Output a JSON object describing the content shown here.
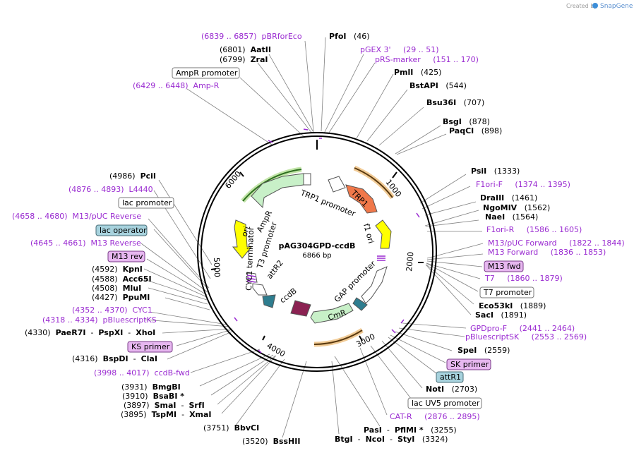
{
  "watermark": {
    "prefix": "Created by",
    "brand": "SnapGene"
  },
  "plasmid": {
    "name": "pAG304GPD-ccdB",
    "length": "6866 bp"
  },
  "ticks": [
    "1000",
    "2000",
    "3000",
    "4000",
    "5000",
    "6000"
  ],
  "colors": {
    "primer": "#9a2bd1",
    "enzyme": "#000000",
    "trp1": "#f0784a",
    "ampr": "#c8f0c8",
    "ori": "#ffff00",
    "ccdb": "#8b2252",
    "attr": "#2e7d8f",
    "orf": "#e6a040"
  },
  "features": [
    {
      "id": "trp1",
      "label": "TRP1"
    },
    {
      "id": "trp1-promoter",
      "label": "TRP1 promoter"
    },
    {
      "id": "f1-ori",
      "label": "f1 ori"
    },
    {
      "id": "gap-promoter",
      "label": "GAP promoter"
    },
    {
      "id": "cmr",
      "label": "CmR"
    },
    {
      "id": "attr2",
      "label": "attR2"
    },
    {
      "id": "ccdb",
      "label": "ccdB"
    },
    {
      "id": "cyc1",
      "label": "CYC1 terminator"
    },
    {
      "id": "t3",
      "label": "T3 promoter"
    },
    {
      "id": "ori",
      "label": "ori"
    },
    {
      "id": "ampr",
      "label": "AmpR"
    }
  ],
  "labels": [
    {
      "id": "pbrforeco",
      "parts": [
        {
          "t": "(6839 .. 6857)  pBRforEco",
          "c": "p"
        }
      ]
    },
    {
      "id": "pfoi",
      "parts": [
        {
          "t": "PfoI",
          "c": "b"
        },
        {
          "t": "   (46)",
          "c": "n"
        }
      ]
    },
    {
      "id": "aatii",
      "parts": [
        {
          "t": "(6801)  ",
          "c": "n"
        },
        {
          "t": "AatII",
          "c": "b"
        }
      ]
    },
    {
      "id": "pgex3",
      "parts": [
        {
          "t": "pGEX 3'     (29 .. 51)",
          "c": "p"
        }
      ]
    },
    {
      "id": "zrai",
      "parts": [
        {
          "t": "(6799)  ",
          "c": "n"
        },
        {
          "t": "ZraI",
          "c": "b"
        }
      ]
    },
    {
      "id": "prsmarker",
      "parts": [
        {
          "t": "pRS-marker     (151 .. 170)",
          "c": "p"
        }
      ]
    },
    {
      "id": "pmli",
      "parts": [
        {
          "t": "PmlI",
          "c": "b"
        },
        {
          "t": "   (425)",
          "c": "n"
        }
      ]
    },
    {
      "id": "bstapi",
      "parts": [
        {
          "t": "BstAPI",
          "c": "b"
        },
        {
          "t": "   (544)",
          "c": "n"
        }
      ]
    },
    {
      "id": "ampr-r",
      "parts": [
        {
          "t": "(6429 .. 6448)  Amp-R",
          "c": "p"
        }
      ]
    },
    {
      "id": "bsu36i",
      "parts": [
        {
          "t": "Bsu36I",
          "c": "b"
        },
        {
          "t": "   (707)",
          "c": "n"
        }
      ]
    },
    {
      "id": "bsgi",
      "parts": [
        {
          "t": "BsgI",
          "c": "b"
        },
        {
          "t": "   (878)",
          "c": "n"
        }
      ]
    },
    {
      "id": "paqci",
      "parts": [
        {
          "t": "PaqCI",
          "c": "b"
        },
        {
          "t": "   (898)",
          "c": "n"
        }
      ]
    },
    {
      "id": "pcii",
      "parts": [
        {
          "t": "(4986)  ",
          "c": "n"
        },
        {
          "t": "PciI",
          "c": "b"
        }
      ]
    },
    {
      "id": "psii",
      "parts": [
        {
          "t": "PsiI",
          "c": "b"
        },
        {
          "t": "   (1333)",
          "c": "n"
        }
      ]
    },
    {
      "id": "l4440",
      "parts": [
        {
          "t": "(4876 .. 4893)  L4440",
          "c": "p"
        }
      ]
    },
    {
      "id": "f1ori-f",
      "parts": [
        {
          "t": "F1ori-F     (1374 .. 1395)",
          "c": "p"
        }
      ]
    },
    {
      "id": "draiii",
      "parts": [
        {
          "t": "DraIII",
          "c": "b"
        },
        {
          "t": "   (1461)",
          "c": "n"
        }
      ]
    },
    {
      "id": "ngomiv",
      "parts": [
        {
          "t": "NgoMIV",
          "c": "b"
        },
        {
          "t": "   (1562)",
          "c": "n"
        }
      ]
    },
    {
      "id": "m13puc-rev",
      "parts": [
        {
          "t": "(4658 .. 4680)  M13/pUC Reverse",
          "c": "p"
        }
      ]
    },
    {
      "id": "naei",
      "parts": [
        {
          "t": "NaeI",
          "c": "b"
        },
        {
          "t": "   (1564)",
          "c": "n"
        }
      ]
    },
    {
      "id": "f1ori-r",
      "parts": [
        {
          "t": "F1ori-R     (1586 .. 1605)",
          "c": "p"
        }
      ]
    },
    {
      "id": "m13puc-fwd",
      "parts": [
        {
          "t": "M13/pUC Forward     (1822 .. 1844)",
          "c": "p"
        }
      ]
    },
    {
      "id": "m13-reverse",
      "parts": [
        {
          "t": "(4645 .. 4661)  M13 Reverse",
          "c": "p"
        }
      ]
    },
    {
      "id": "m13-forward",
      "parts": [
        {
          "t": "M13 Forward     (1836 .. 1853)",
          "c": "p"
        }
      ]
    },
    {
      "id": "kpni",
      "parts": [
        {
          "t": "(4592)  ",
          "c": "n"
        },
        {
          "t": "KpnI",
          "c": "b"
        }
      ]
    },
    {
      "id": "acc65i",
      "parts": [
        {
          "t": "(4588)  ",
          "c": "n"
        },
        {
          "t": "Acc65I",
          "c": "b"
        }
      ]
    },
    {
      "id": "t7",
      "parts": [
        {
          "t": "T7     (1860 .. 1879)",
          "c": "p"
        }
      ]
    },
    {
      "id": "mlui",
      "parts": [
        {
          "t": "(4508)  ",
          "c": "n"
        },
        {
          "t": "MluI",
          "c": "b"
        }
      ]
    },
    {
      "id": "ppumi",
      "parts": [
        {
          "t": "(4427)  ",
          "c": "n"
        },
        {
          "t": "PpuMI",
          "c": "b"
        }
      ]
    },
    {
      "id": "eco53ki",
      "parts": [
        {
          "t": "Eco53kI",
          "c": "b"
        },
        {
          "t": "   (1889)",
          "c": "n"
        }
      ]
    },
    {
      "id": "saci",
      "parts": [
        {
          "t": "SacI",
          "c": "b"
        },
        {
          "t": "   (1891)",
          "c": "n"
        }
      ]
    },
    {
      "id": "cyc1-primer",
      "parts": [
        {
          "t": "(4352 .. 4370)  CYC1",
          "c": "p"
        }
      ]
    },
    {
      "id": "pbluescriptks",
      "parts": [
        {
          "t": "(4318 .. 4334)  pBluescriptKS",
          "c": "p"
        }
      ]
    },
    {
      "id": "gpdpro-f",
      "parts": [
        {
          "t": "GPDpro-F     (2441 .. 2464)",
          "c": "p"
        }
      ]
    },
    {
      "id": "paer7i",
      "parts": [
        {
          "t": "(4330)  ",
          "c": "n"
        },
        {
          "t": "PaeR7I",
          "c": "b"
        },
        {
          "t": "  -  ",
          "c": "n"
        },
        {
          "t": "PspXI",
          "c": "b"
        },
        {
          "t": "  -  ",
          "c": "n"
        },
        {
          "t": "XhoI",
          "c": "b"
        }
      ]
    },
    {
      "id": "pbluescriptsk",
      "parts": [
        {
          "t": "pBluescriptSK     (2553 .. 2569)",
          "c": "p"
        }
      ]
    },
    {
      "id": "spei",
      "parts": [
        {
          "t": "SpeI",
          "c": "b"
        },
        {
          "t": "   (2559)",
          "c": "n"
        }
      ]
    },
    {
      "id": "bspdi",
      "parts": [
        {
          "t": "(4316)  ",
          "c": "n"
        },
        {
          "t": "BspDI",
          "c": "b"
        },
        {
          "t": "  -  ",
          "c": "n"
        },
        {
          "t": "ClaI",
          "c": "b"
        }
      ]
    },
    {
      "id": "ccdb-fwd",
      "parts": [
        {
          "t": "(3998 .. 4017)  ccdB-fwd",
          "c": "p"
        }
      ]
    },
    {
      "id": "bmgbi",
      "parts": [
        {
          "t": "(3931)  ",
          "c": "n"
        },
        {
          "t": "BmgBI",
          "c": "b"
        }
      ]
    },
    {
      "id": "noti",
      "parts": [
        {
          "t": "NotI",
          "c": "b"
        },
        {
          "t": "   (2703)",
          "c": "n"
        }
      ]
    },
    {
      "id": "bsabi",
      "parts": [
        {
          "t": "(3910)  ",
          "c": "n"
        },
        {
          "t": "BsaBI *",
          "c": "b"
        }
      ]
    },
    {
      "id": "smai",
      "parts": [
        {
          "t": "(3897)  ",
          "c": "n"
        },
        {
          "t": "SmaI",
          "c": "b"
        },
        {
          "t": "  -  ",
          "c": "n"
        },
        {
          "t": "SrfI",
          "c": "b"
        }
      ]
    },
    {
      "id": "tspmi",
      "parts": [
        {
          "t": "(3895)  ",
          "c": "n"
        },
        {
          "t": "TspMI",
          "c": "b"
        },
        {
          "t": "  -  ",
          "c": "n"
        },
        {
          "t": "XmaI",
          "c": "b"
        }
      ]
    },
    {
      "id": "cat-r",
      "parts": [
        {
          "t": "CAT-R     (2876 .. 2895)",
          "c": "p"
        }
      ]
    },
    {
      "id": "bbvci",
      "parts": [
        {
          "t": "(3751)  ",
          "c": "n"
        },
        {
          "t": "BbvCI",
          "c": "b"
        }
      ]
    },
    {
      "id": "pasi",
      "parts": [
        {
          "t": "PasI",
          "c": "b"
        },
        {
          "t": "  -  ",
          "c": "n"
        },
        {
          "t": "PflMI *",
          "c": "b"
        },
        {
          "t": "   (3255)",
          "c": "n"
        }
      ]
    },
    {
      "id": "bsshii",
      "parts": [
        {
          "t": "(3520)  ",
          "c": "n"
        },
        {
          "t": "BssHII",
          "c": "b"
        }
      ]
    },
    {
      "id": "btgi",
      "parts": [
        {
          "t": "BtgI",
          "c": "b"
        },
        {
          "t": "  -  ",
          "c": "n"
        },
        {
          "t": "NcoI",
          "c": "b"
        },
        {
          "t": "  -  ",
          "c": "n"
        },
        {
          "t": "StyI",
          "c": "b"
        },
        {
          "t": "   (3324)",
          "c": "n"
        }
      ]
    }
  ],
  "boxes": [
    {
      "id": "ampr-promoter-box",
      "label": "AmpR promoter",
      "style": "white"
    },
    {
      "id": "lac-promoter-box",
      "label": "lac promoter",
      "style": "white"
    },
    {
      "id": "lac-operator-box",
      "label": "lac operator",
      "style": "blue"
    },
    {
      "id": "m13-rev-box",
      "label": "M13 rev",
      "style": "purple"
    },
    {
      "id": "m13-fwd-box",
      "label": "M13 fwd",
      "style": "purple"
    },
    {
      "id": "t7-promoter-box",
      "label": "T7 promoter",
      "style": "white"
    },
    {
      "id": "ks-primer-box",
      "label": "KS primer",
      "style": "purple"
    },
    {
      "id": "sk-primer-box",
      "label": "SK primer",
      "style": "purple"
    },
    {
      "id": "attr1-box",
      "label": "attR1",
      "style": "blue"
    },
    {
      "id": "lac-uv5-box",
      "label": "lac UV5 promoter",
      "style": "white"
    }
  ]
}
